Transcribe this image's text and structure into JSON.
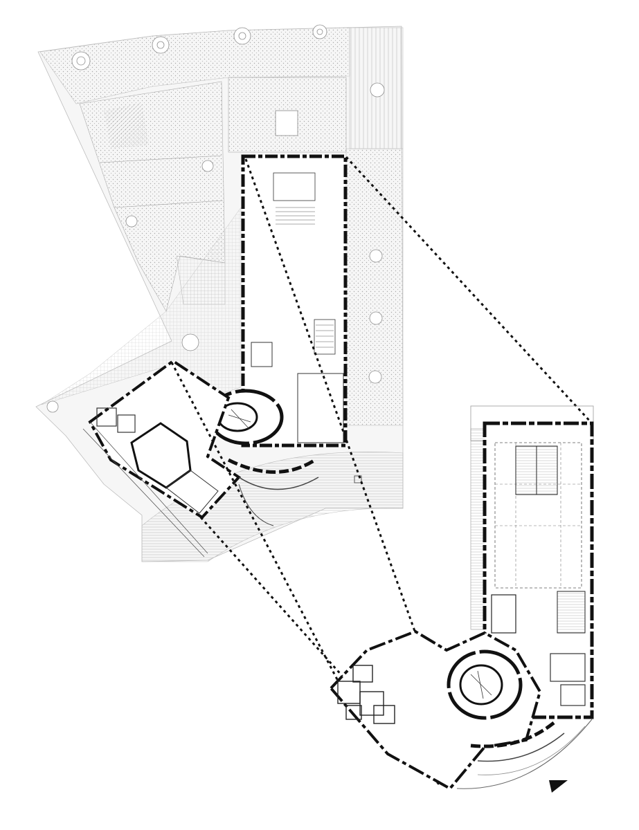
{
  "drawing": {
    "type": "architectural-floor-plan",
    "views": [
      {
        "id": "site-plan",
        "description_label": "",
        "has_landscape_context": true
      },
      {
        "id": "enlarged-plan",
        "description_label": "",
        "has_landscape_context": false
      }
    ],
    "projection_lines": "dotted",
    "north_arrow_icon": "triangle-arrow-icon",
    "colors": {
      "wall": "#111111",
      "fine_line": "#555555",
      "hatch": "#9a9a9a",
      "landscape": "#bdbdbd",
      "background": "#ffffff"
    }
  }
}
